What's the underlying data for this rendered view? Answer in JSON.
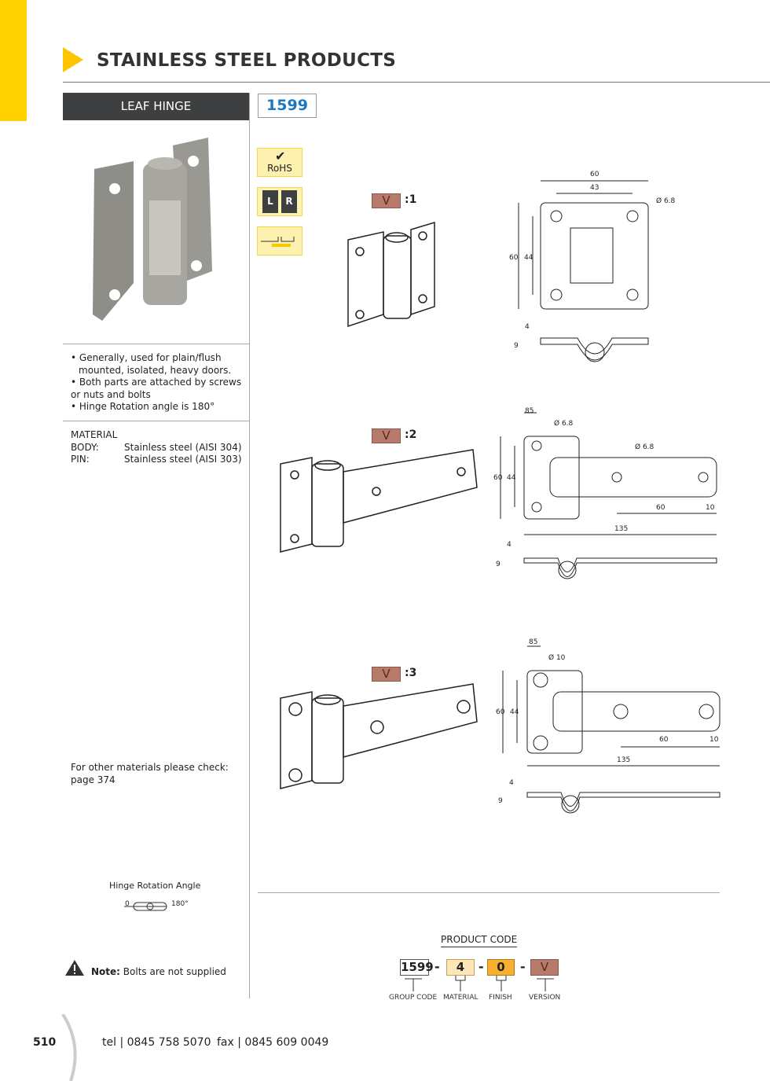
{
  "header": {
    "title": "STAINLESS STEEL PRODUCTS"
  },
  "product": {
    "name": "LEAF HINGE",
    "code": "1599"
  },
  "badges": {
    "rohs": "RoHS",
    "left": "L",
    "right": "R"
  },
  "features": [
    "Generally, used for plain/flush mounted, isolated, heavy doors.",
    "Both parts are attached by screws or nuts and bolts",
    "Hinge Rotation angle is 180°"
  ],
  "material": {
    "heading": "MATERIAL",
    "rows": [
      {
        "label": "BODY:",
        "value": "Stainless steel (AISI 304)"
      },
      {
        "label": "PIN:",
        "value": "Stainless steel (AISI 303)"
      }
    ]
  },
  "other_materials": {
    "line1": "For other materials please check:",
    "line2": "page 374"
  },
  "rotation": {
    "label": "Hinge Rotation Angle",
    "min": "0",
    "max": "180°"
  },
  "note": {
    "bold": "Note:",
    "text": " Bolts are not supplied"
  },
  "versions": [
    {
      "tag": "V",
      "num": ":1",
      "dims": {
        "w": "60",
        "w2": "43",
        "hole": "Ø 6.8",
        "h": "60",
        "h2": "44",
        "t": "4",
        "d": "9"
      }
    },
    {
      "tag": "V",
      "num": ":2",
      "dims": {
        "w": "85",
        "hole": "Ø 6.8",
        "hole2": "Ø 6.8",
        "h": "60",
        "h2": "44",
        "s": "60",
        "e": "10",
        "l": "135",
        "t": "4",
        "d": "9"
      }
    },
    {
      "tag": "V",
      "num": ":3",
      "dims": {
        "w": "85",
        "hole": "Ø 10",
        "h": "60",
        "h2": "44",
        "s": "60",
        "e": "10",
        "l": "135",
        "t": "4",
        "d": "9"
      }
    }
  ],
  "product_code": {
    "heading": "PRODUCT CODE",
    "group": "1599",
    "material": "4",
    "finish": "0",
    "version": "V",
    "dash": "-",
    "labels": {
      "group": "GROUP CODE",
      "material": "MATERIAL",
      "finish": "FINISH",
      "version": "VERSION"
    },
    "colors": {
      "material": "#fde7b8",
      "finish": "#f7b030",
      "version": "#b87a6a"
    }
  },
  "footer": {
    "page": "510",
    "tel": "tel | 0845 758 5070",
    "fax": "fax | 0845 609 0049"
  }
}
